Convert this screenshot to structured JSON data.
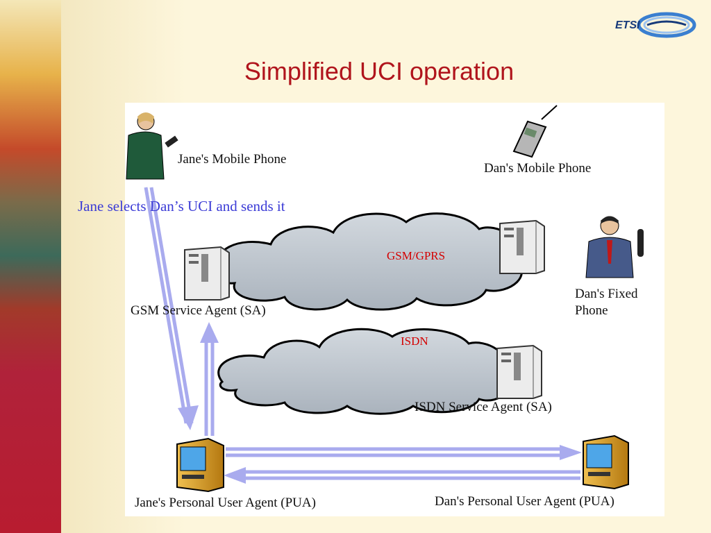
{
  "slide": {
    "title": "Simplified UCI operation",
    "caption": "Jane selects Dan’s UCI and sends it"
  },
  "logo": {
    "text": "ETSI"
  },
  "diagram": {
    "labels": {
      "jane_mobile": "Jane's Mobile Phone",
      "dan_mobile": "Dan's Mobile Phone",
      "dan_fixed": "Dan's Fixed Phone",
      "gsm_sa": "GSM Service Agent (SA)",
      "isdn_sa": "ISDN Service Agent (SA)",
      "jane_pua": "Jane's Personal User Agent (PUA)",
      "dan_pua": "Dan's Personal User Agent (PUA)"
    },
    "networks": {
      "gsm": "GSM/GPRS",
      "isdn": "ISDN"
    }
  },
  "colors": {
    "title": "#b0141c",
    "caption": "#3b3bd6",
    "network_label": "#d40000",
    "arrow": "#a9abee",
    "cloud": "#bcc3cb"
  }
}
